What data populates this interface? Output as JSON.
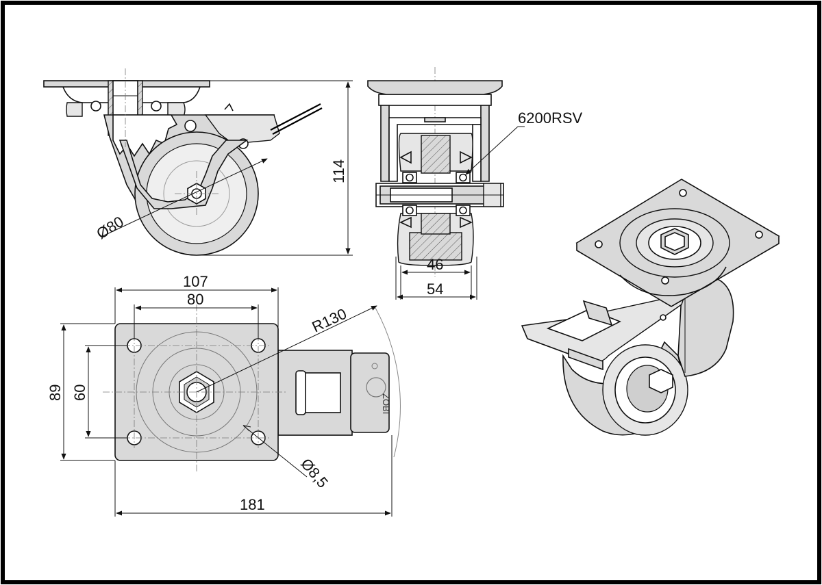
{
  "drawing": {
    "side_view": {
      "height_label": "114",
      "wheel_diameter_label": "Ø80"
    },
    "front_view": {
      "bearing_label": "6200RSV",
      "tread_width_label": "46",
      "overall_width_label": "54"
    },
    "plate_view": {
      "plate_length_label": "107",
      "hole_spacing_length_label": "80",
      "plate_width_label": "89",
      "hole_spacing_width_label": "60",
      "swivel_radius_label": "R130",
      "hole_diameter_label": "Ø8,5",
      "overall_length_label": "181",
      "brand_mark": "ZOBI"
    },
    "isometric_view": {}
  },
  "colors": {
    "line": "#111111",
    "fill": "#d9d9d9",
    "border": "#000000"
  }
}
